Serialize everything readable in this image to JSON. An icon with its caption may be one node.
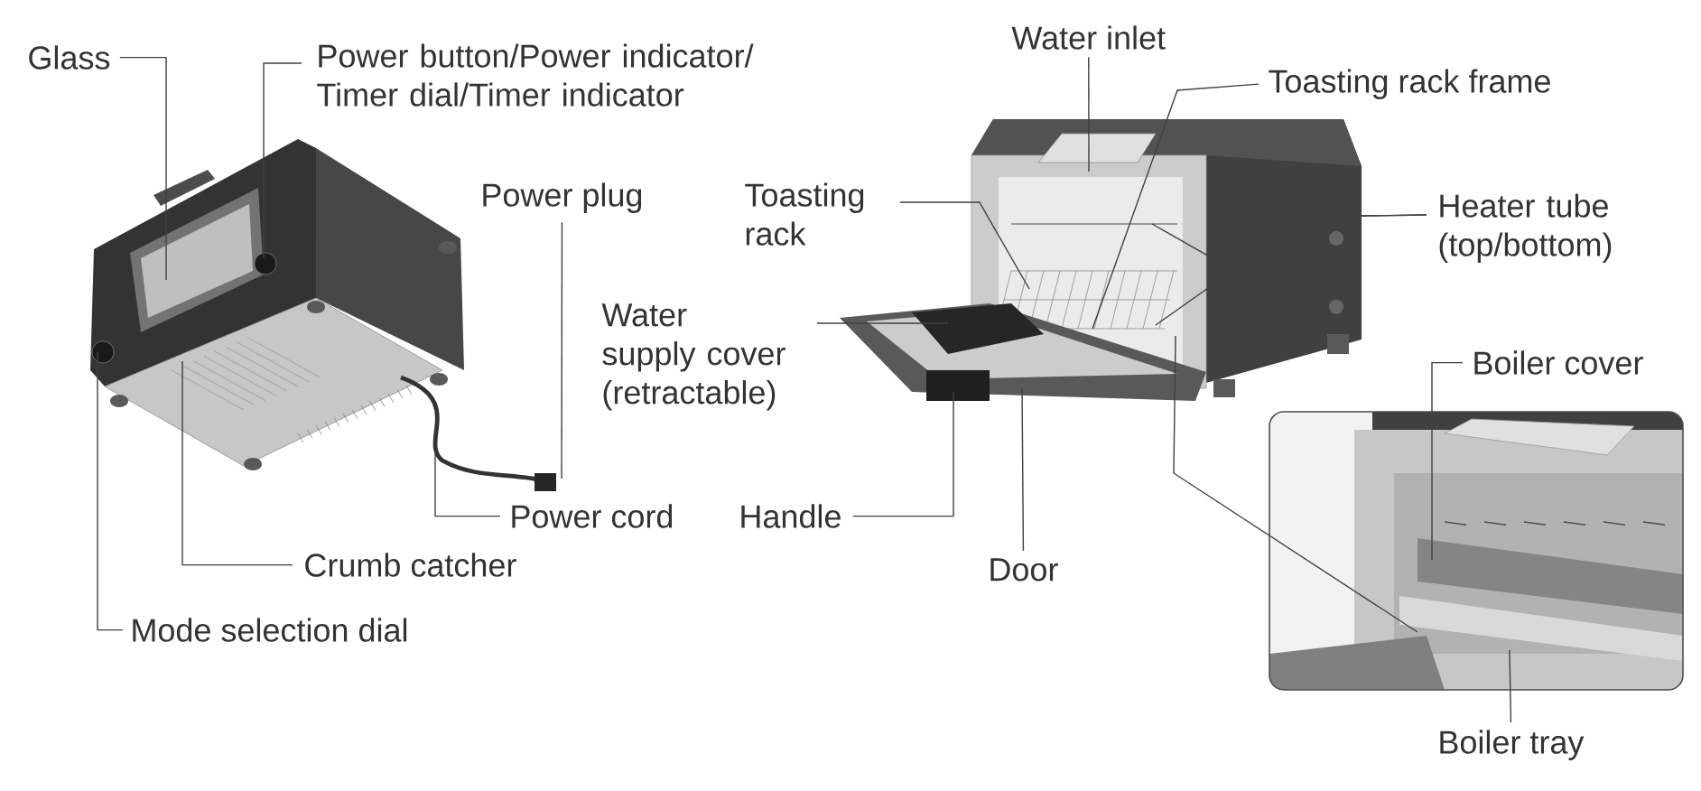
{
  "diagram": {
    "nodes": [
      {
        "text": [
          "Glass"
        ]
      },
      {
        "text": [
          "Power button/Power indicator/ Timer dial/Timer indicator"
        ]
      },
      {
        "text": [
          "Water inlet"
        ]
      },
      {
        "text": [
          "Toasting rack frame"
        ]
      },
      {
        "text": [
          "Power plug"
        ]
      },
      {
        "text": [
          "Toasting rack"
        ]
      },
      {
        "text": [
          "Heater tube (top/bottom)"
        ]
      },
      {
        "text": [
          "Water supply cover (retractable)"
        ]
      },
      {
        "text": [
          "Boiler cover"
        ]
      },
      {
        "text": [
          "Power cord"
        ]
      },
      {
        "text": [
          "Handle"
        ]
      },
      {
        "text": [
          "Crumb catcher"
        ]
      },
      {
        "text": [
          "Door"
        ]
      },
      {
        "text": [
          "Mode selection dial"
        ]
      },
      {
        "text": [
          "Boiler tray"
        ]
      },
      {
        "text": [],
        "shape": "picture"
      },
      {
        "text": [],
        "shape": "picture"
      },
      {
        "text": [],
        "shape": "picture"
      }
    ],
    "edges": [
      {
        "from": 0,
        "to": 15,
        "arrow": "none"
      },
      {
        "from": 1,
        "to": 15,
        "arrow": "none"
      },
      {
        "from": 2,
        "to": 16,
        "arrow": "none"
      },
      {
        "from": 3,
        "to": 16,
        "arrow": "none"
      },
      {
        "from": 4,
        "to": 15,
        "arrow": "none"
      },
      {
        "from": 5,
        "to": 16,
        "arrow": "none"
      },
      {
        "from": 6,
        "to": 16,
        "arrow": "none"
      },
      {
        "from": 6,
        "to": 16,
        "arrow": "none"
      },
      {
        "from": 7,
        "to": 16,
        "arrow": "none"
      },
      {
        "from": 8,
        "to": 17,
        "arrow": "none"
      },
      {
        "from": 9,
        "to": 15,
        "arrow": "none"
      },
      {
        "from": 10,
        "to": 16,
        "arrow": "none"
      },
      {
        "from": 11,
        "to": 15,
        "arrow": "none"
      },
      {
        "from": 12,
        "to": 16,
        "arrow": "none"
      },
      {
        "from": 13,
        "to": 15,
        "arrow": "none"
      },
      {
        "from": 14,
        "to": 17,
        "arrow": "none"
      },
      {
        "from": 17,
        "to": 16,
        "arrow": "none"
      }
    ]
  }
}
